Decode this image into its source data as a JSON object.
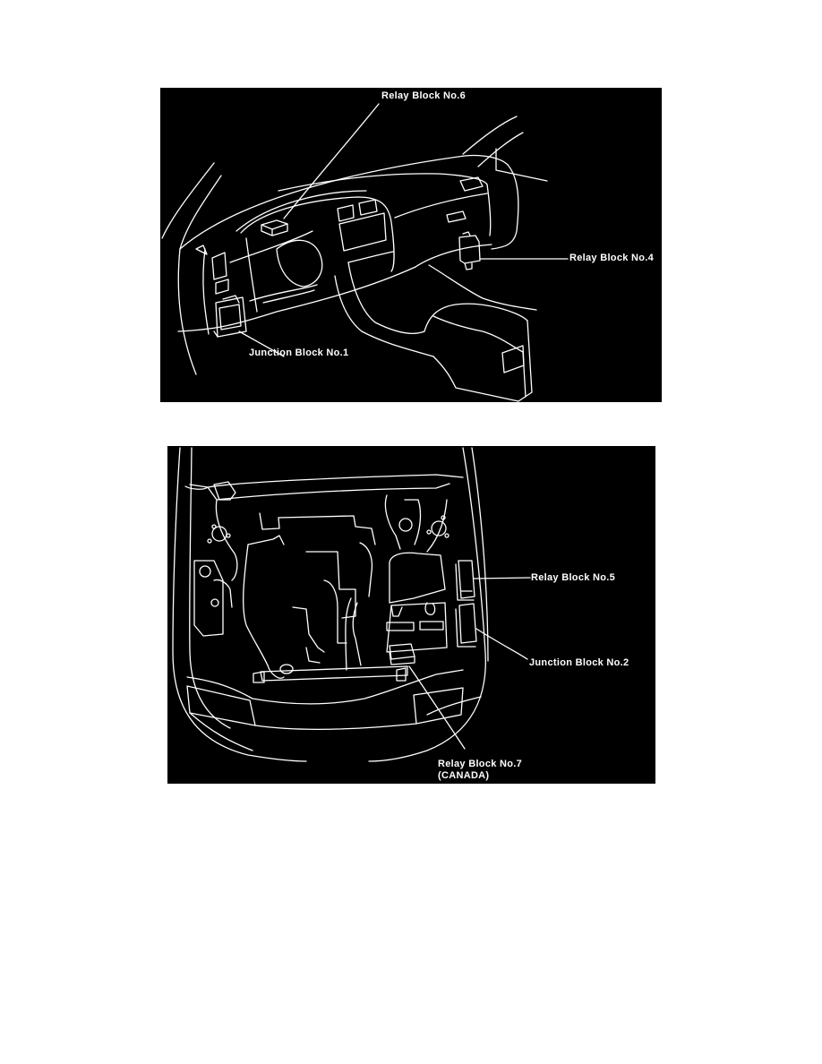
{
  "figures": [
    {
      "id": "dashboard",
      "description": "Interior dashboard line drawing showing relay/junction block locations",
      "colors": {
        "background": "#000000",
        "lines": "#ffffff",
        "page": "#ffffff"
      },
      "callouts": [
        {
          "text": "Relay Block No.6"
        },
        {
          "text": "Relay Block No.4"
        },
        {
          "text": "Junction Block No.1"
        }
      ]
    },
    {
      "id": "engine-bay",
      "description": "Engine compartment line drawing showing relay/junction block locations",
      "colors": {
        "background": "#000000",
        "lines": "#ffffff",
        "page": "#ffffff"
      },
      "callouts": [
        {
          "text": "Relay Block No.5"
        },
        {
          "text": "Junction Block No.2"
        },
        {
          "text": "Relay Block No.7"
        },
        {
          "text": "(CANADA)"
        }
      ]
    }
  ]
}
